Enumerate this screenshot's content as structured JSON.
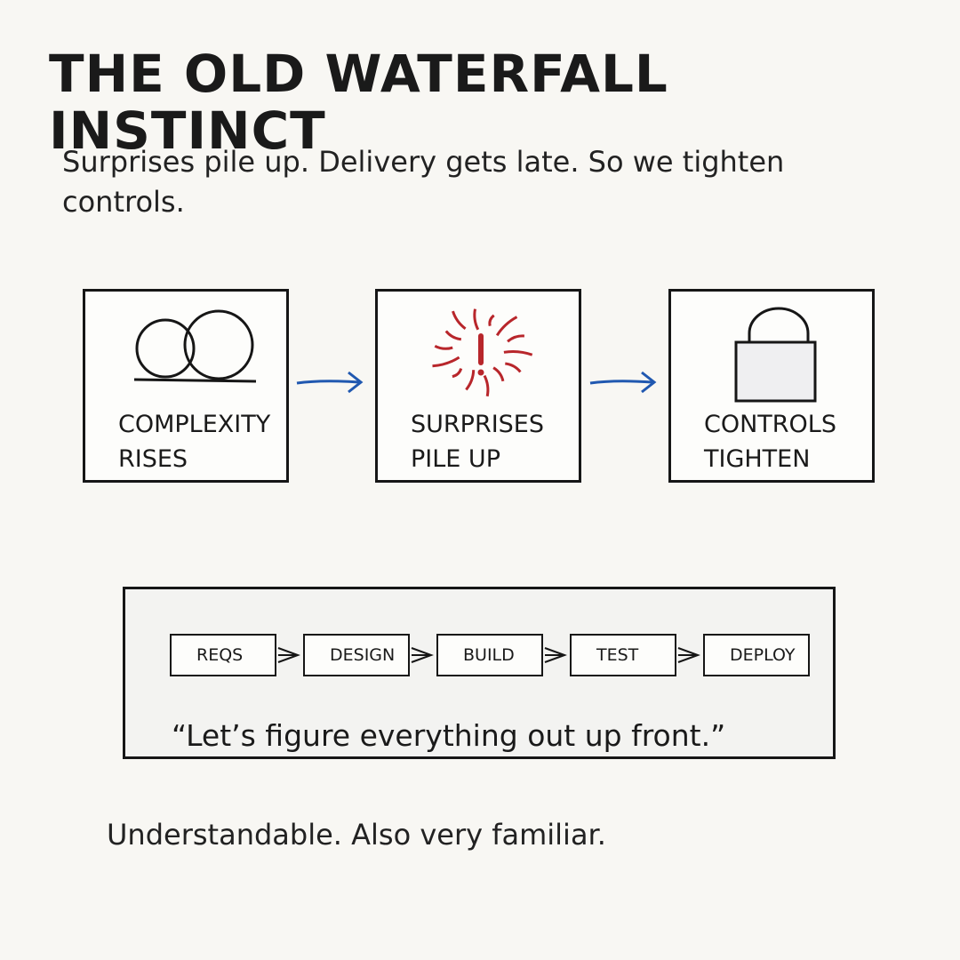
{
  "header": {
    "title": "THE OLD WATERFALL INSTINCT",
    "subtitle": "Surprises pile up. Delivery gets late. So we tighten controls."
  },
  "flow": {
    "steps": [
      {
        "label": "COMPLEXITY\nRISES",
        "icon": "overlapping-circles-icon"
      },
      {
        "label": "SURPRISES\nPILE UP",
        "icon": "exclamation-burst-icon"
      },
      {
        "label": "CONTROLS\nTIGHTEN",
        "icon": "padlock-icon"
      }
    ],
    "arrow_color": "#2058b0",
    "burst_color": "#b8262b"
  },
  "waterfall": {
    "stages": [
      "REQS",
      "DESIGN",
      "BUILD",
      "TEST",
      "DEPLOY"
    ],
    "quote": "“Let’s figure everything out up front.”"
  },
  "footer": {
    "text": "Understandable. Also very familiar."
  }
}
